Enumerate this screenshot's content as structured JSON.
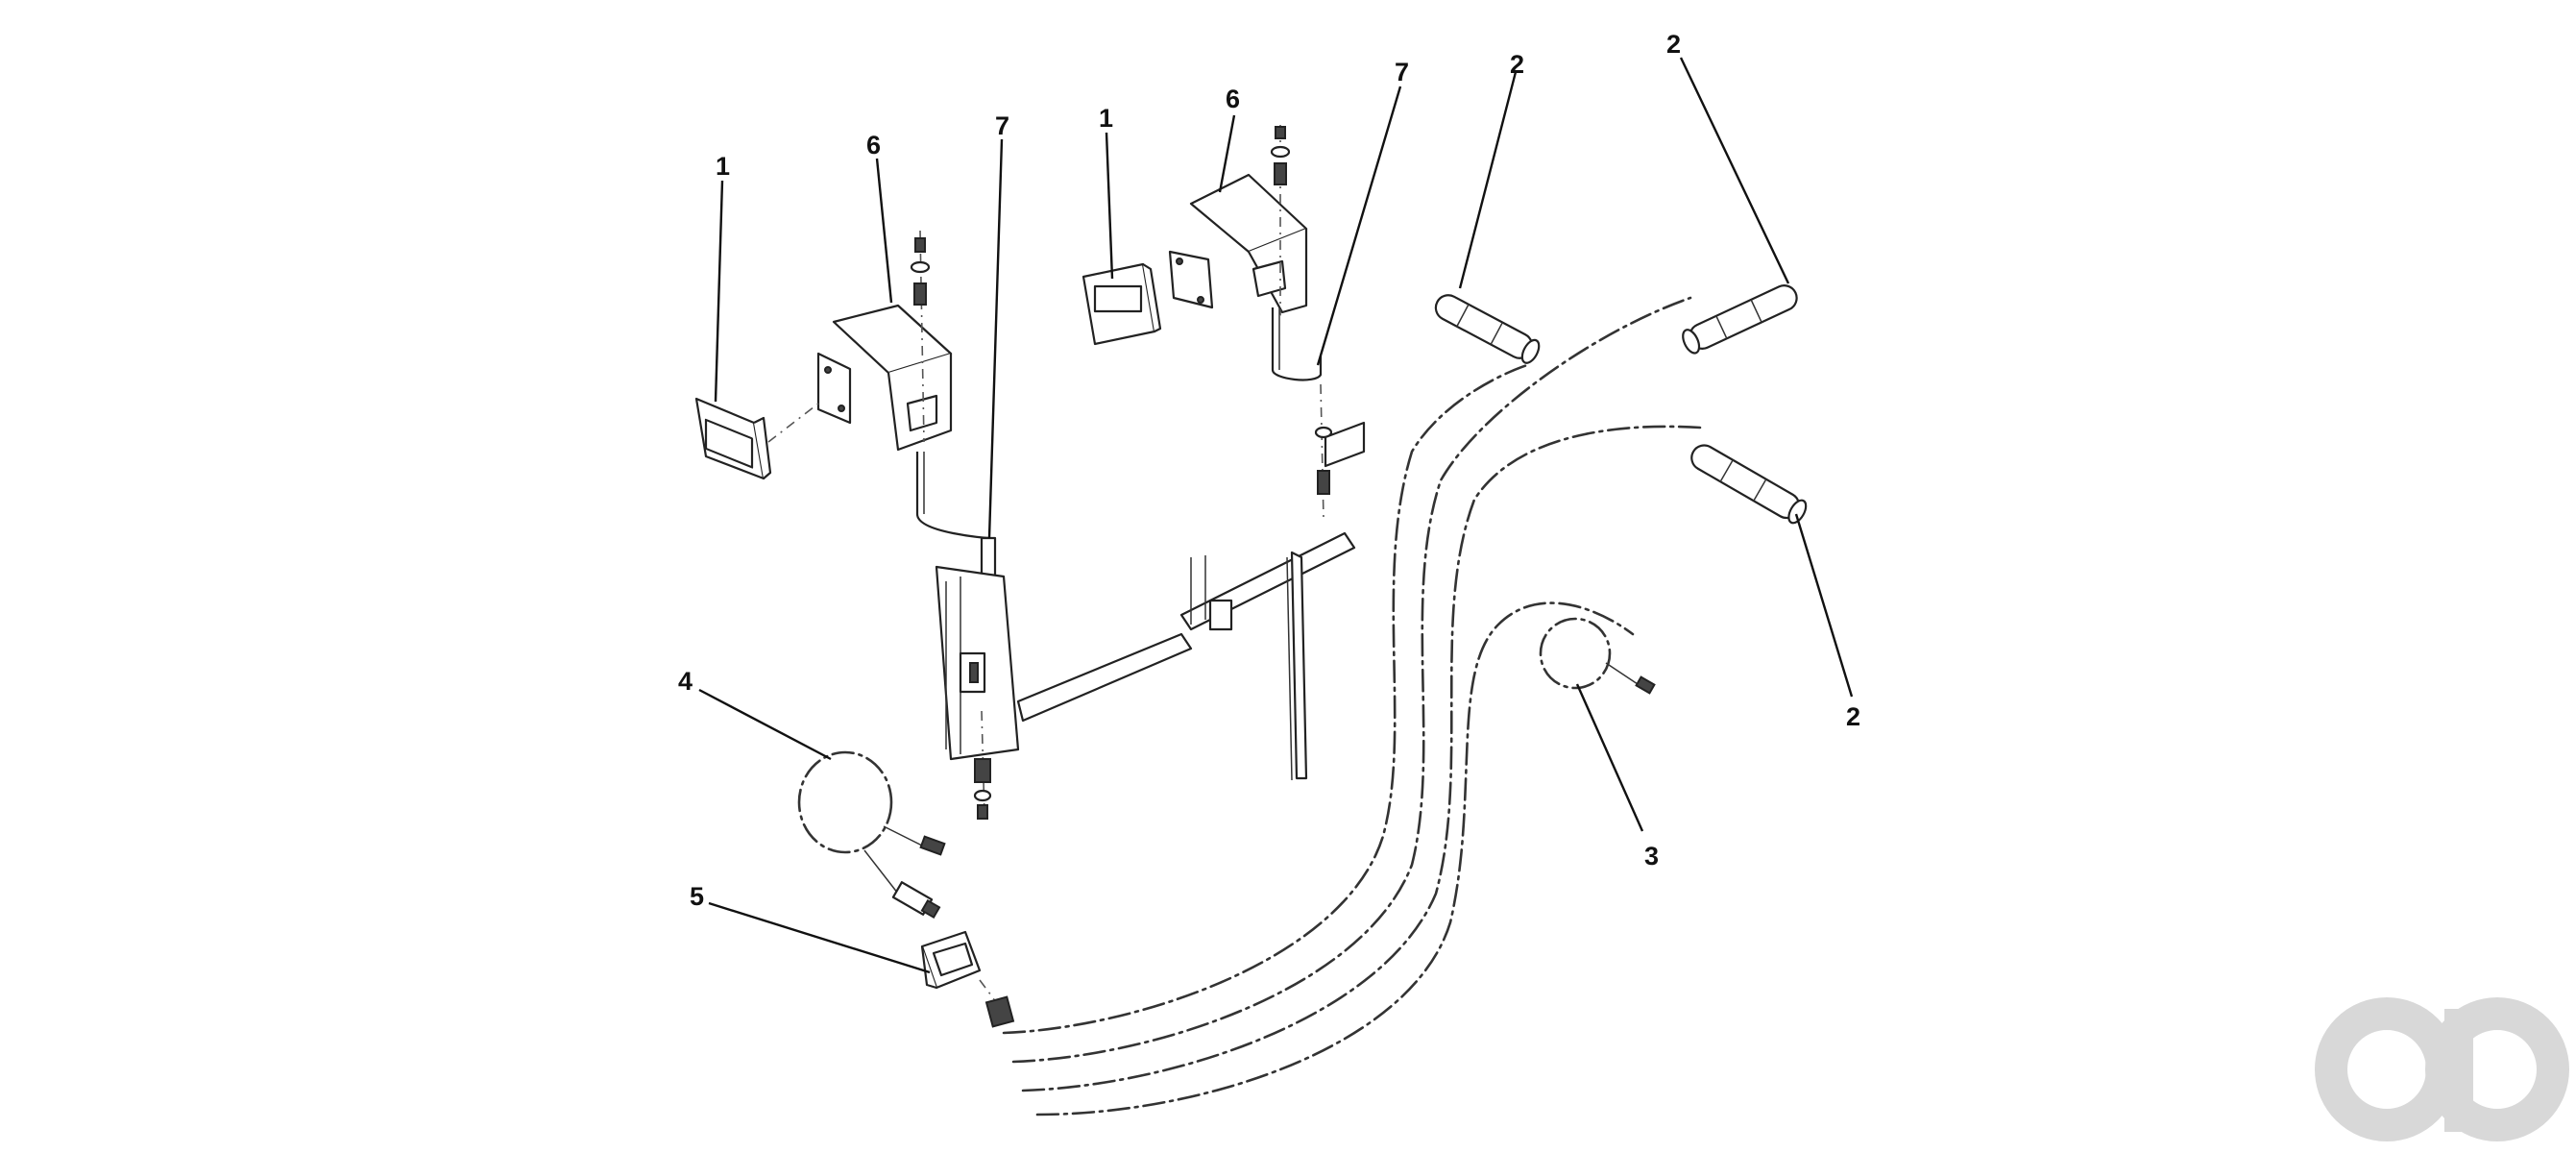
{
  "callouts": [
    {
      "id": "c1a",
      "label": "1"
    },
    {
      "id": "c6a",
      "label": "6"
    },
    {
      "id": "c7a",
      "label": "7"
    },
    {
      "id": "c1b",
      "label": "1"
    },
    {
      "id": "c6b",
      "label": "6"
    },
    {
      "id": "c7b",
      "label": "7"
    },
    {
      "id": "c2a",
      "label": "2"
    },
    {
      "id": "c2b",
      "label": "2"
    },
    {
      "id": "c2c",
      "label": "2"
    },
    {
      "id": "c3",
      "label": "3"
    },
    {
      "id": "c4",
      "label": "4"
    },
    {
      "id": "c5",
      "label": "5"
    }
  ],
  "colors": {
    "line": "#222222",
    "watermark": "#d8d8d8",
    "background": "#ffffff"
  },
  "icons": {
    "watermark": "ao-logo-watermark"
  }
}
